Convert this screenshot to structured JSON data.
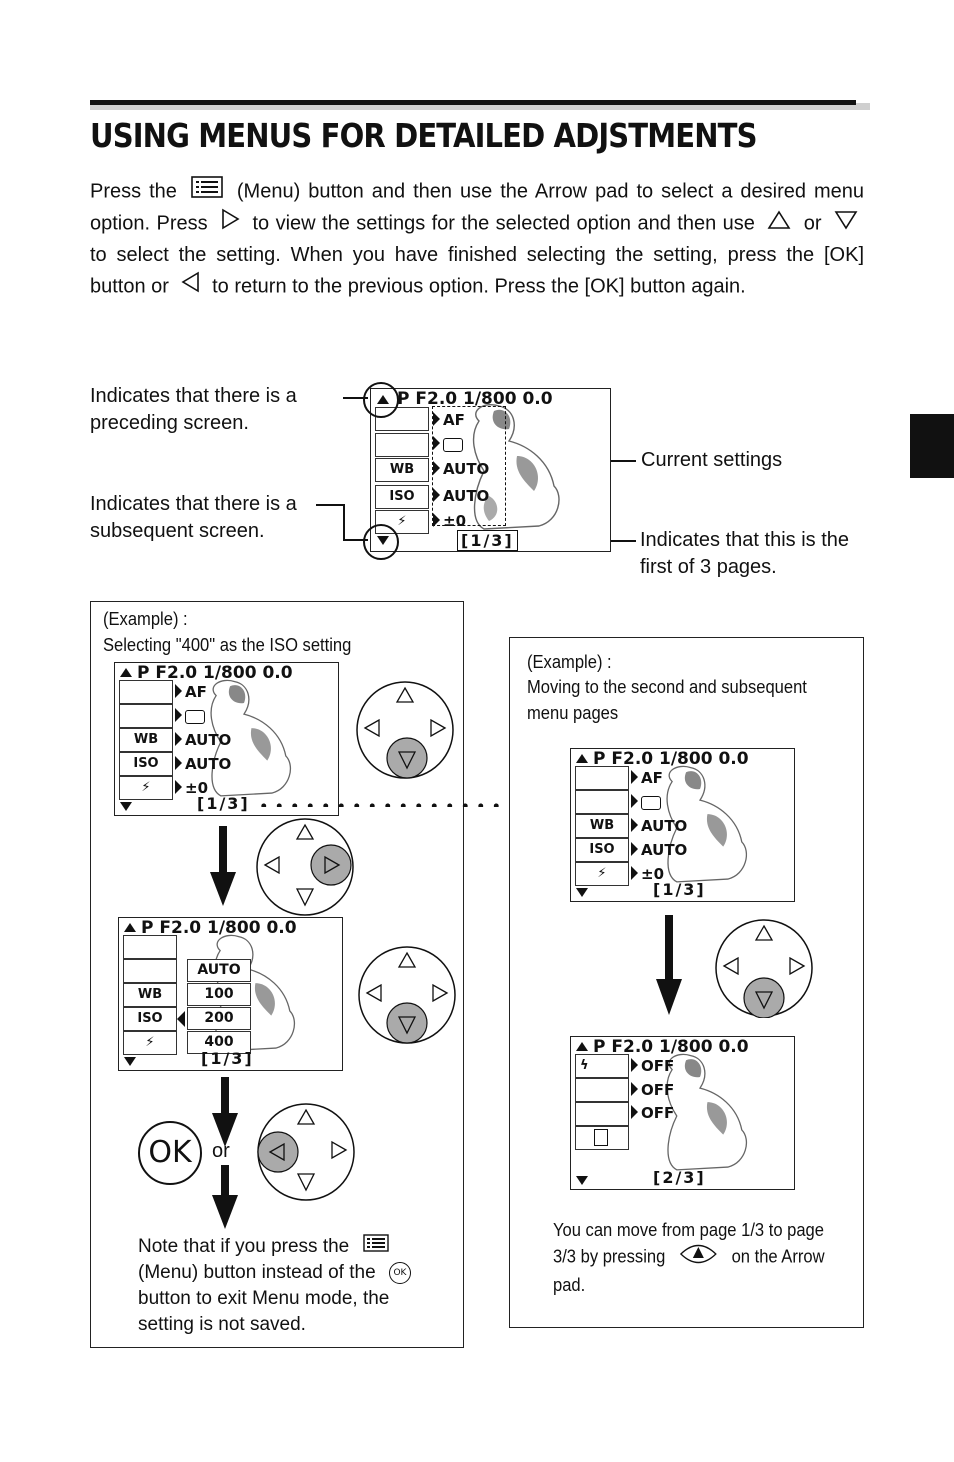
{
  "title": "USING MENUS FOR DETAILED ADJSTMENTS",
  "intro": {
    "p1": "Press the",
    "p2": "(Menu) button and then use the Arrow pad to select a desired menu option. Press",
    "p3": "to view the settings for the selected option and then use",
    "p4": "or",
    "p5": "to select the setting. When you have finished selecting the setting, press the [OK] button or",
    "p6": "to return to the previous option. Press the [OK] button again."
  },
  "callouts": {
    "preceding": "Indicates that there is a preceding screen.",
    "subsequent": "Indicates that there is a subsequent screen.",
    "current": "Current settings",
    "first_page": "Indicates that this is the first of 3 pages."
  },
  "lcd": {
    "header": "P F2.0  1/800   0.0",
    "rows": [
      "",
      "",
      "WB",
      "ISO",
      ""
    ],
    "values": [
      "AF",
      "",
      "AUTO",
      "AUTO",
      "±0"
    ],
    "page1": "[1/3]",
    "page2": "[2/3]",
    "iso_options": [
      "AUTO",
      "100",
      "200",
      "400"
    ],
    "page2_values": [
      "OFF",
      "OFF",
      "OFF"
    ]
  },
  "example1": {
    "label": "(Example) :",
    "text": "Selecting \"400\" as the ISO setting",
    "or": "or",
    "ok": "OK",
    "note1": "Note that if you press the",
    "note2": "(Menu) button instead of the",
    "note3": "button to exit Menu mode, the setting is not saved."
  },
  "example2": {
    "label": "(Example) :",
    "text": "Moving to the second and subsequent menu pages",
    "note1": "You can move from page 1/3 to page 3/3 by pressing",
    "note2": "on the Arrow pad."
  },
  "icons": [
    "menu-icon",
    "right-arrow-icon",
    "up-arrow-icon",
    "down-arrow-icon",
    "left-arrow-icon",
    "arrow-pad-icon",
    "ok-button-icon",
    "dog-image"
  ]
}
